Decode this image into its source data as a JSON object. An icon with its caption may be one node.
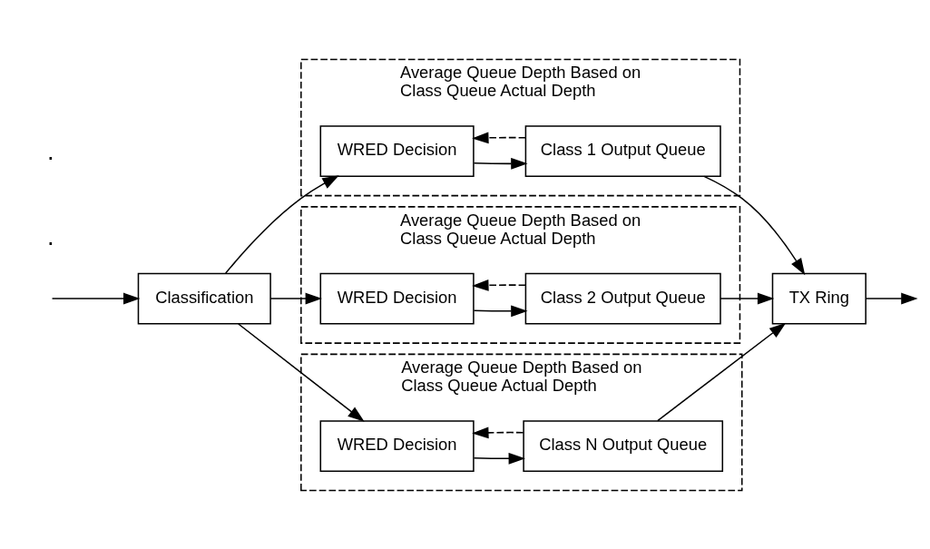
{
  "diagram": {
    "nodes": [
      {
        "text": [
          "Classification"
        ]
      },
      {
        "text": [
          "Average Queue Depth Based on Class Queue Actual Depth"
        ]
      },
      {
        "text": [
          "WRED Decision"
        ],
        "in": 1
      },
      {
        "text": [
          "Class 1 Output Queue"
        ],
        "in": 1
      },
      {
        "text": [
          "Average Queue Depth Based on Class Queue Actual Depth"
        ]
      },
      {
        "text": [
          "WRED Decision"
        ],
        "in": 4
      },
      {
        "text": [
          "Class 2 Output Queue"
        ],
        "in": 4
      },
      {
        "text": [
          "Average Queue Depth Based on Class Queue Actual Depth"
        ]
      },
      {
        "text": [
          "WRED Decision"
        ],
        "in": 7
      },
      {
        "text": [
          "Class N Output Queue"
        ],
        "in": 7
      },
      {
        "text": [
          "TX Ring"
        ]
      }
    ],
    "edges": [
      {
        "from": null,
        "to": 0,
        "arrow": "to"
      },
      {
        "from": 0,
        "to": 2,
        "arrow": "to"
      },
      {
        "from": 0,
        "to": 5,
        "arrow": "to"
      },
      {
        "from": 0,
        "to": 8,
        "arrow": "to"
      },
      {
        "from": 2,
        "to": 3,
        "arrow": "to"
      },
      {
        "from": 3,
        "to": 2,
        "arrow": "to",
        "style": "dashed"
      },
      {
        "from": 5,
        "to": 6,
        "arrow": "to"
      },
      {
        "from": 6,
        "to": 5,
        "arrow": "to",
        "style": "dashed"
      },
      {
        "from": 8,
        "to": 9,
        "arrow": "to"
      },
      {
        "from": 9,
        "to": 8,
        "arrow": "to",
        "style": "dashed"
      },
      {
        "from": 3,
        "to": 10,
        "arrow": "to"
      },
      {
        "from": 6,
        "to": 10,
        "arrow": "to"
      },
      {
        "from": 9,
        "to": 10,
        "arrow": "to"
      },
      {
        "from": 10,
        "to": null,
        "arrow": "to"
      }
    ],
    "labels": [
      ".",
      "."
    ]
  }
}
